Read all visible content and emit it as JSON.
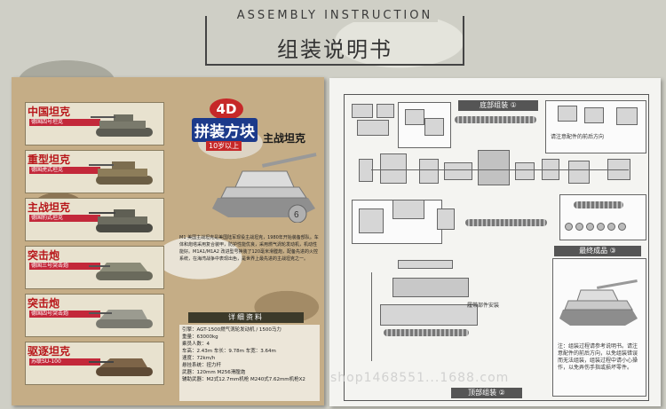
{
  "header": {
    "title_en": "ASSEMBLY INSTRUCTION",
    "title_cn": "组装说明书"
  },
  "left_booklet": {
    "tanks": [
      {
        "name": "中国坦克",
        "sub": "德国四号坦克"
      },
      {
        "name": "重型坦克",
        "sub": "德国虎式坦克"
      },
      {
        "name": "主战坦克",
        "sub": "德国豹式坦克"
      },
      {
        "name": "突击炮",
        "sub": "德国三号突击炮"
      },
      {
        "name": "突击炮",
        "sub": "德国四号突击炮"
      },
      {
        "name": "驱逐坦克",
        "sub": "苏联SU-100"
      }
    ],
    "logo": {
      "badge": "4D",
      "main": "拼装方块",
      "tag": "10岁以上"
    },
    "main_title": "主战坦克",
    "description": "M1 美国主战坦克是美国陆军现役主战坦克，1980年开始装备部队。车体和炮塔采用复合装甲，防护性能优良，采用燃气涡轮发动机，机动性能好。M1A1/M1A2 改进型号换装了120毫米滑膛炮，配备先进的火控系统，在海湾战争中表现出色，是世界上最先进的主战坦克之一。",
    "spec_title": "详细资料",
    "specs": [
      "引擎：AGT-1500燃气涡轮发动机 / 1500马力",
      "重量：63000kg",
      "乘员人数：4",
      "车高：2.43m      车长：9.78m      车宽：3.64m",
      "速度：72km/h",
      "悬挂系统：扭力杆",
      "武器：120mm M256滑膛炮",
      "辅助武器：M2式12.7mm机枪  M240式7.62mm机枪X2"
    ]
  },
  "right_sheet": {
    "sec_bottom": "底部组装 ①",
    "sec_final": "最终成品 ③",
    "sec_mid": "顶部组装 ②",
    "note_top_right": "请注意配件的前后方向",
    "note_track": "履带部件安装",
    "note_final": "注：组装过程请参考说明书。请注意配件的前后方向，以免组装错误而无法组装，组装过程中请小心操作，以免弄伤手指或损坏零件。"
  },
  "watermark": "shop1468551...1688.com"
}
